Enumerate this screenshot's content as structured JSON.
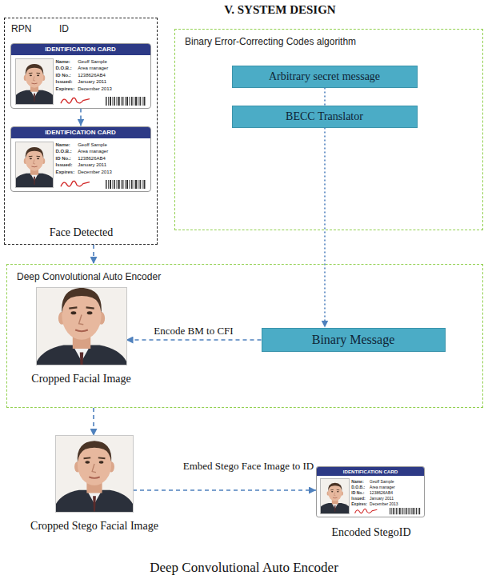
{
  "diagram": {
    "title": "V. SYSTEM DESIGN",
    "caption": "Deep Convolutional Auto Encoder",
    "nodes": [
      {
        "text": [
          "RPN",
          "ID"
        ]
      },
      {
        "text": [
          "IDENTIFICATION CARD",
          "Name:",
          "Geoff Sample",
          "D.O.B.:",
          "Area manager",
          "ID No.:",
          "1238626AB4",
          "Issued:",
          "January 2011",
          "Expires:",
          "December 2013"
        ],
        "in": 0
      },
      {
        "text": [
          "IDENTIFICATION CARD",
          "Name:",
          "Geoff Sample",
          "D.O.B.:",
          "Area manager",
          "ID No.:",
          "1238626AB4",
          "Issued:",
          "January 2011",
          "Expires:",
          "December 2013",
          "Face Detected"
        ],
        "in": 0
      },
      {
        "text": [
          "Binary Error-Correcting Codes algorithm"
        ]
      },
      {
        "text": [
          "Arbitrary secret message"
        ],
        "in": 3
      },
      {
        "text": [
          "BECC Translator"
        ],
        "in": 3
      },
      {
        "text": [
          "Deep Convolutional Auto Encoder"
        ]
      },
      {
        "text": [
          "Cropped Facial Image"
        ],
        "in": 6
      },
      {
        "text": [
          "Binary Message"
        ],
        "in": 6
      },
      {
        "text": [
          "Cropped Stego Facial Image"
        ]
      },
      {
        "text": [
          "IDENTIFICATION CARD",
          "Name:",
          "Geoff Sample",
          "D.O.B.:",
          "Area manager",
          "ID No.:",
          "1238626AB4",
          "Issued:",
          "January 2011",
          "Expires:",
          "December 2013",
          "Encoded StegoID"
        ]
      }
    ],
    "edges": [
      {
        "from": 1,
        "to": 2,
        "arrow": "to"
      },
      {
        "from": 4,
        "to": 5,
        "arrow": "none"
      },
      {
        "from": 5,
        "to": 8,
        "arrow": "to"
      },
      {
        "from": 8,
        "to": 7,
        "label": "Encode BM to CFI",
        "arrow": "to"
      },
      {
        "from": 0,
        "to": 6,
        "arrow": "to"
      },
      {
        "from": 6,
        "to": 9,
        "arrow": "to"
      },
      {
        "from": 9,
        "to": 10,
        "label": "Embed Stego Face Image to ID",
        "arrow": "to"
      }
    ]
  }
}
